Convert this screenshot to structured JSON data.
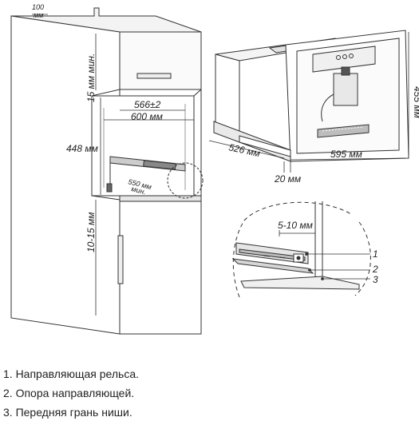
{
  "dims": {
    "top_margin": "100",
    "top_margin_unit": "мм",
    "gap_top": "15 мм мин.",
    "width_inner": "566±2",
    "width_outer": "600 мм",
    "niche_height": "448 мм",
    "depth_min": "550 мм",
    "depth_min_note": "мин.",
    "gap_bottom": "10-15 мм",
    "unit_height": "455 мм",
    "unit_depth": "526 мм",
    "unit_width": "595 мм",
    "panel_depth": "20 мм",
    "rail_offset": "5-10 мм"
  },
  "callouts": [
    "1",
    "2",
    "3"
  ],
  "legend": [
    "1. Направляющая рельса.",
    "2. Опора направляющей.",
    "3. Передняя грань ниши."
  ]
}
